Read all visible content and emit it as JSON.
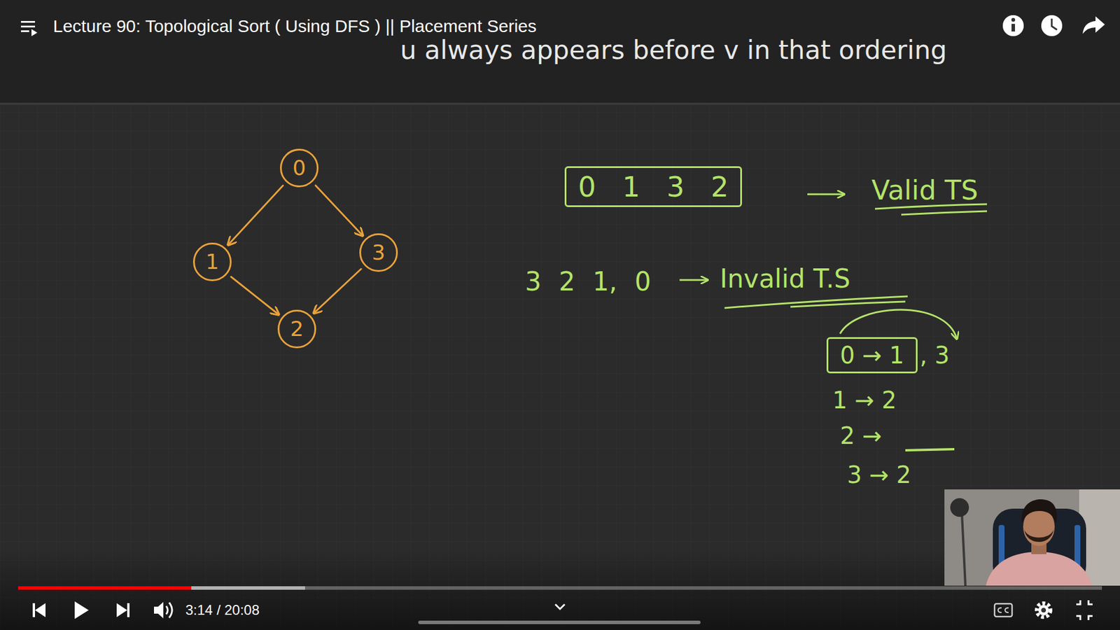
{
  "diagram": {
    "title": "Lecture 90: Topological Sort ( Using DFS ) || Placement Series",
    "nodes": [
      {
        "text": [
          "0"
        ]
      },
      {
        "text": [
          "1"
        ]
      },
      {
        "text": [
          "3"
        ]
      },
      {
        "text": [
          "2"
        ]
      },
      {
        "text": [
          "0 1 3 2"
        ]
      },
      {
        "text": [
          "0 → 1"
        ]
      }
    ],
    "edges": [
      {
        "from": 0,
        "to": 1,
        "arrow": "to"
      },
      {
        "from": 0,
        "to": 2,
        "arrow": "to"
      },
      {
        "from": 1,
        "to": 3,
        "arrow": "to"
      },
      {
        "from": 2,
        "to": 3,
        "arrow": "to"
      }
    ],
    "labels": [
      "u always appears before v in that ordering",
      "Valid TS",
      "3 2 1, 0",
      "Invalid T.S",
      ", 3",
      "1 → 2",
      "2 →",
      "3 → 2",
      "3:14 / 20:08"
    ]
  }
}
